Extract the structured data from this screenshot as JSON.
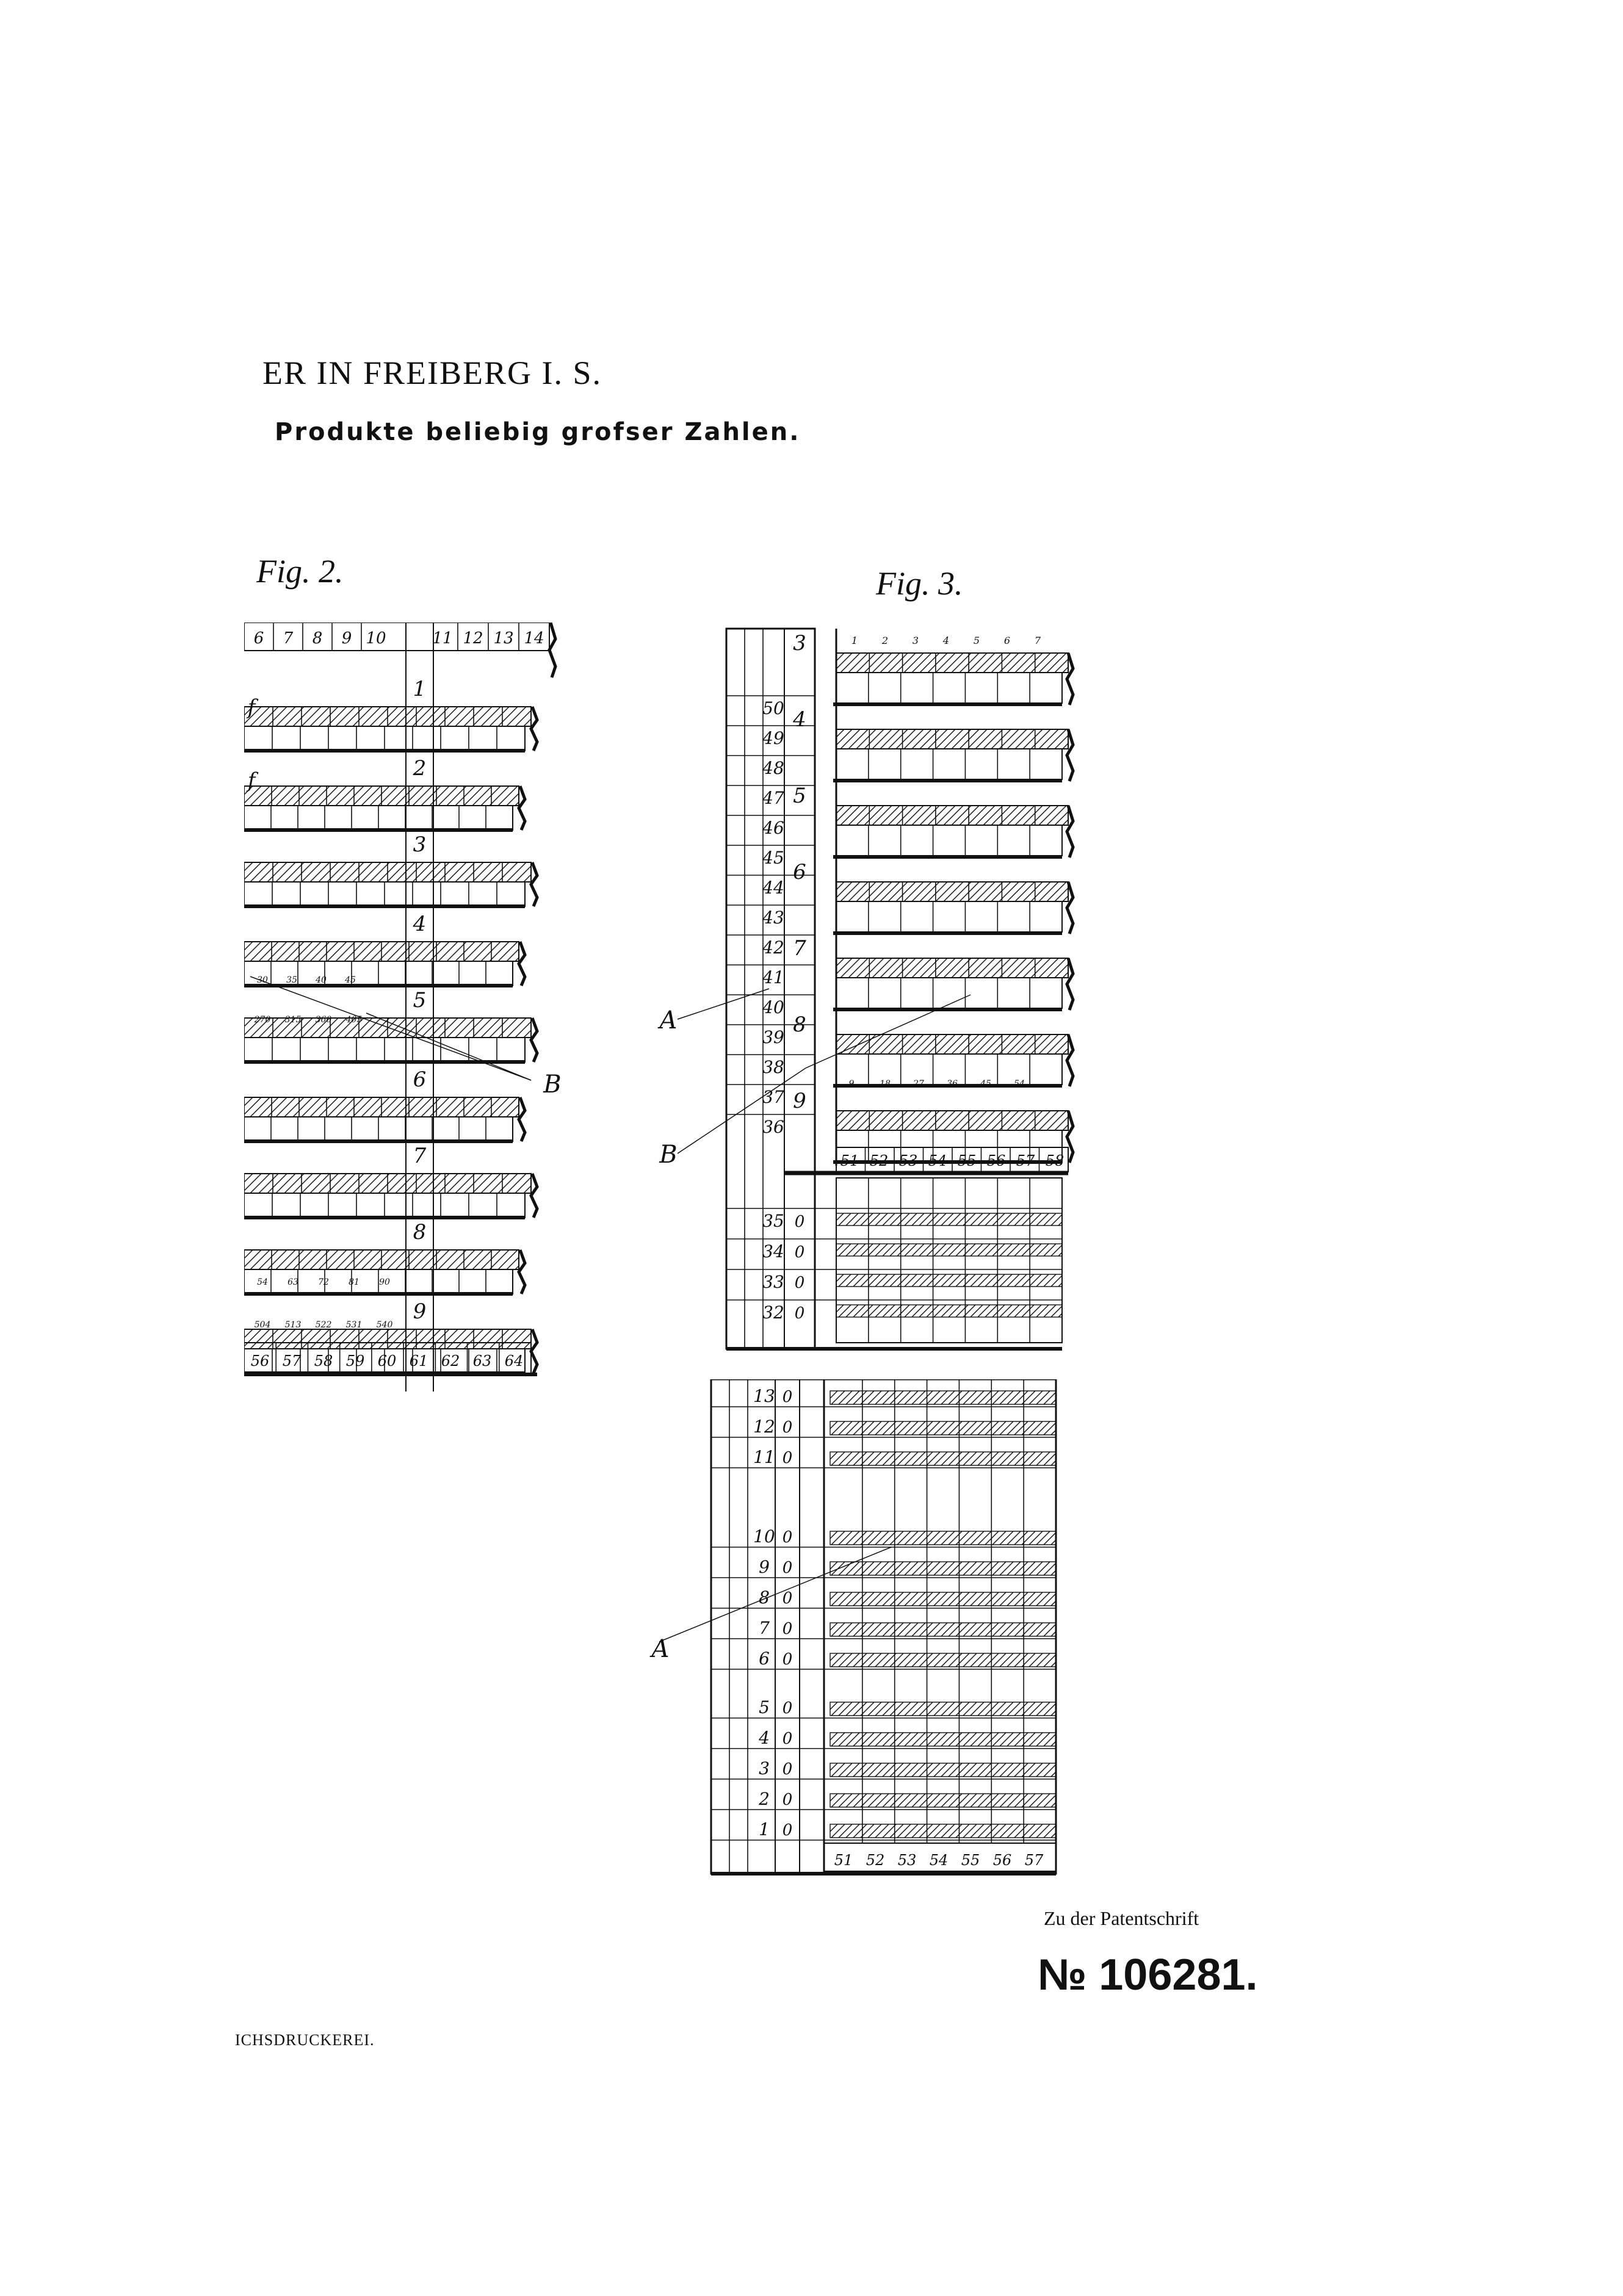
{
  "header": {
    "title": "ER IN FREIBERG I. S.",
    "subtitle": "Produkte beliebig grofser Zahlen."
  },
  "figures": {
    "fig2": {
      "caption": "Fig. 2.",
      "top_labels": [
        "6",
        "7",
        "8",
        "9",
        "10",
        "11",
        "12",
        "13",
        "14"
      ],
      "center_numbers": [
        "1",
        "2",
        "3",
        "4",
        "5",
        "6",
        "7",
        "8",
        "9"
      ],
      "side_letters": [
        "f",
        "f"
      ],
      "small_row_a": [
        "30",
        "35",
        "40",
        "45"
      ],
      "small_row_b": [
        "270",
        "315",
        "360",
        "405"
      ],
      "small_row_c": [
        "54",
        "63",
        "72",
        "81",
        "90"
      ],
      "small_row_d": [
        "504",
        "513",
        "522",
        "531",
        "540"
      ],
      "bottom_labels": [
        "56",
        "57",
        "58",
        "59",
        "60",
        "61",
        "62",
        "63",
        "64"
      ],
      "label_b": "B"
    },
    "fig3": {
      "caption": "Fig. 3.",
      "top_small": [
        "1",
        "2",
        "3",
        "4",
        "5",
        "6",
        "7"
      ],
      "left_numbers_upper": [
        "50",
        "49",
        "48",
        "47",
        "46",
        "45",
        "44",
        "43",
        "42",
        "41",
        "40",
        "39",
        "38",
        "37",
        "36"
      ],
      "inner_numbers": [
        "3",
        "4",
        "5",
        "6",
        "7",
        "8",
        "9"
      ],
      "mid_small": [
        "9",
        "18",
        "27",
        "36",
        "45",
        "54"
      ],
      "bottom_labels_upper": [
        "51",
        "52",
        "53",
        "54",
        "55",
        "56",
        "57",
        "58"
      ],
      "left_numbers_lower_a": [
        "35",
        "34",
        "33",
        "32"
      ],
      "left_numbers_lower_b": [
        "13",
        "12",
        "11",
        "10",
        "9",
        "8",
        "7",
        "6",
        "5",
        "4",
        "3",
        "2",
        "1"
      ],
      "zero_digit": "0",
      "bottom_labels_lower": [
        "51",
        "52",
        "53",
        "54",
        "55",
        "56",
        "57"
      ],
      "label_a": "A",
      "label_b": "B"
    }
  },
  "footer": {
    "patent_label": "Zu der Patentschrift",
    "patent_number": "№ 106281.",
    "imprint": "ICHSDRUCKEREI."
  }
}
